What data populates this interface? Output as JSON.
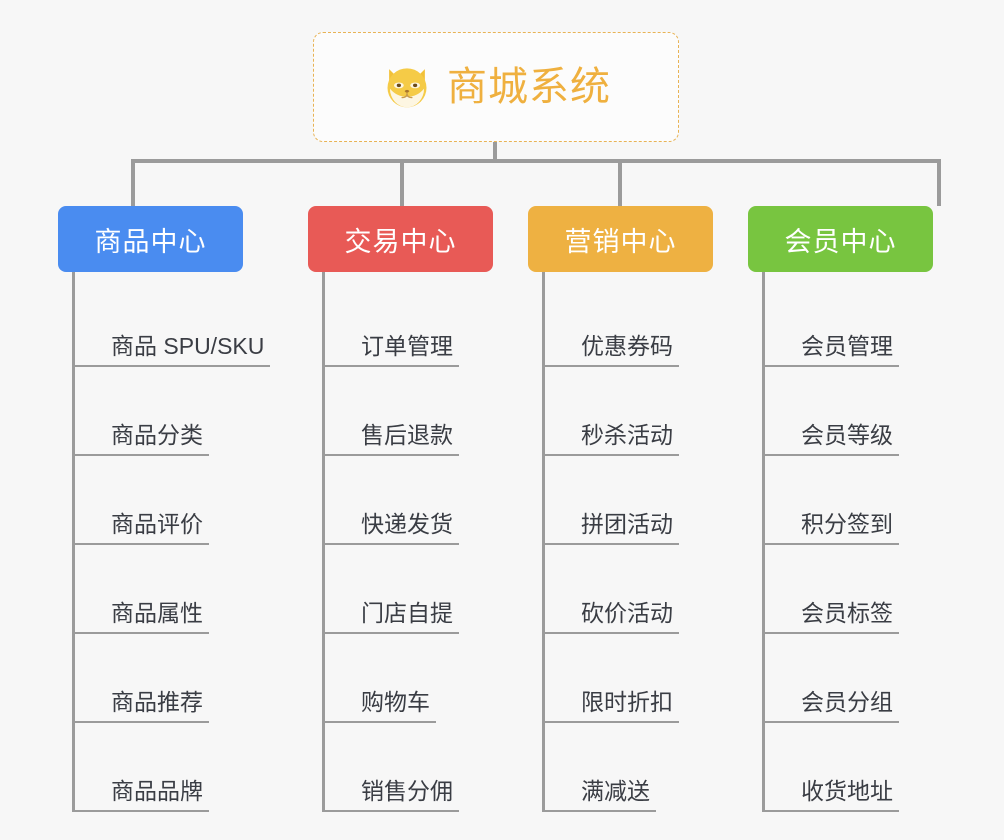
{
  "root": {
    "title": "商城系统",
    "icon": "shiba-dog-emoji",
    "border_color": "#e8b355",
    "text_color": "#efb03f"
  },
  "connector_color": "#9b9b9b",
  "background_color": "#f7f7f7",
  "categories": [
    {
      "label": "商品中心",
      "color": "#4a8cf0",
      "items": [
        "商品 SPU/SKU",
        "商品分类",
        "商品评价",
        "商品属性",
        "商品推荐",
        "商品品牌"
      ]
    },
    {
      "label": "交易中心",
      "color": "#e85a56",
      "items": [
        "订单管理",
        "售后退款",
        "快递发货",
        "门店自提",
        "购物车",
        "销售分佣"
      ]
    },
    {
      "label": "营销中心",
      "color": "#eeb142",
      "items": [
        "优惠券码",
        "秒杀活动",
        "拼团活动",
        "砍价活动",
        "限时折扣",
        "满减送"
      ]
    },
    {
      "label": "会员中心",
      "color": "#78c540",
      "items": [
        "会员管理",
        "会员等级",
        "积分签到",
        "会员标签",
        "会员分组",
        "收货地址"
      ]
    }
  ]
}
